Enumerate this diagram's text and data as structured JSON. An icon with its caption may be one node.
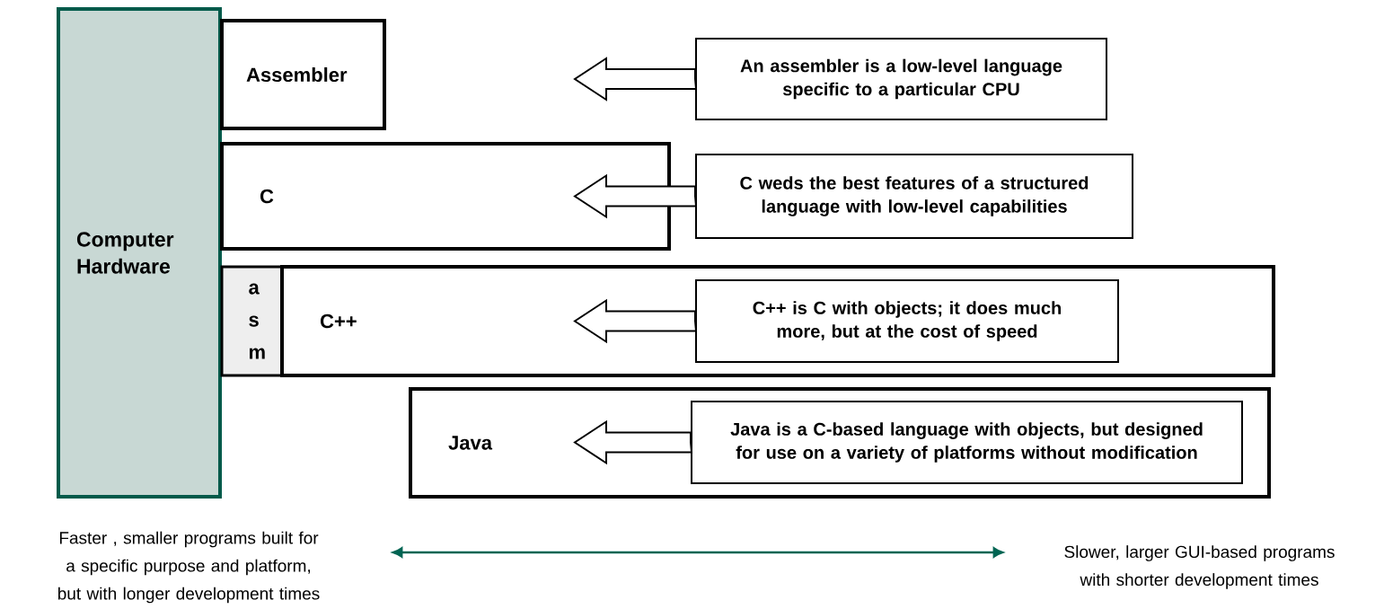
{
  "diagram": {
    "nodes": [
      {
        "text": [
          "Computer Hardware"
        ]
      },
      {
        "text": [
          "Assembler"
        ]
      },
      {
        "text": [
          "C"
        ]
      },
      {
        "text": [
          "a s m"
        ]
      },
      {
        "text": [
          "C++"
        ]
      },
      {
        "text": [
          "Java"
        ]
      },
      {
        "text": [
          "An assembler is a low-level language specific to a particular CPU"
        ]
      },
      {
        "text": [
          "C weds the best features of a structured language with low-level capabilities"
        ]
      },
      {
        "text": [
          "C++ is C with objects; it does much more, but at the cost of speed"
        ],
        "in": 4
      },
      {
        "text": [
          "Java is a C-based language with objects, but designed for use on a variety of platforms without modification"
        ],
        "in": 5
      },
      {
        "text": [
          "Faster , smaller programs built for a specific purpose and platform, but with longer development times"
        ]
      },
      {
        "text": [
          "Slower, larger GUI-based programs with shorter development times"
        ]
      }
    ],
    "edges": [
      {
        "from": 6,
        "to": null,
        "arrow": "to"
      },
      {
        "from": 7,
        "to": null,
        "arrow": "to"
      },
      {
        "from": 8,
        "to": null,
        "arrow": "to"
      },
      {
        "from": 9,
        "to": null,
        "arrow": "to"
      },
      {
        "from": 10,
        "to": 11,
        "arrow": "both",
        "color": "#006553"
      }
    ]
  }
}
